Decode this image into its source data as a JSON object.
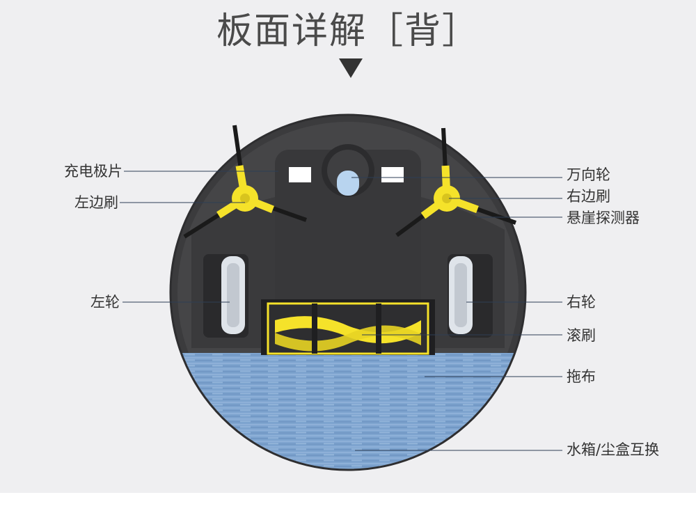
{
  "title": "板面详解［背］",
  "labels": {
    "charging_plate": "充电极片",
    "left_side_brush": "左边刷",
    "left_wheel": "左轮",
    "caster_wheel": "万向轮",
    "right_side_brush": "右边刷",
    "cliff_sensor": "悬崖探测器",
    "right_wheel": "右轮",
    "roller_brush": "滚刷",
    "mop": "拖布",
    "tank_dustbin": "水箱/尘盒互换"
  },
  "colors": {
    "background": "#efeff1",
    "robot_body": "#3b3b3d",
    "accent_yellow": "#f5e22a",
    "mop_blue": "#7fa5cf",
    "leader_line": "#2d3e55"
  }
}
